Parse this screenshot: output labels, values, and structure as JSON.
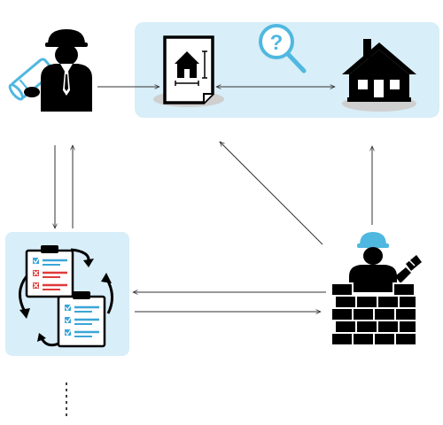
{
  "diagram": {
    "colors": {
      "panel": "#d8eef8",
      "ink": "#000000",
      "accent_blue": "#4fb8e0",
      "check_blue": "#3aa6d8",
      "fail_red": "#e03a3a",
      "shadow": "#cfcfcf",
      "line": "#333333"
    },
    "nodes": [
      {
        "id": "architect",
        "icon": "architect-with-blueprint-icon"
      },
      {
        "id": "design-panel",
        "icon": "panel"
      },
      {
        "id": "blueprint",
        "icon": "house-blueprint-icon"
      },
      {
        "id": "question-magnifier",
        "icon": "magnifier-question-icon",
        "glyph": "?"
      },
      {
        "id": "house",
        "icon": "house-icon"
      },
      {
        "id": "checklists-panel",
        "icon": "checklist-cycle-icon"
      },
      {
        "id": "builder",
        "icon": "builder-with-bricks-icon"
      }
    ],
    "connectors": [
      {
        "from": "architect",
        "to": "blueprint",
        "style": "arrow"
      },
      {
        "from": "blueprint",
        "to": "house",
        "style": "double-arrow"
      },
      {
        "from": "architect",
        "to": "checklists-panel",
        "style": "arrow"
      },
      {
        "from": "checklists-panel",
        "to": "architect",
        "style": "arrow"
      },
      {
        "from": "builder",
        "to": "blueprint",
        "style": "arrow"
      },
      {
        "from": "builder",
        "to": "house",
        "style": "arrow"
      },
      {
        "from": "builder",
        "to": "checklists-panel",
        "style": "arrow"
      },
      {
        "from": "checklists-panel",
        "to": "builder",
        "style": "arrow"
      },
      {
        "from": "checklists-panel",
        "to": "below",
        "style": "dotted"
      }
    ]
  }
}
